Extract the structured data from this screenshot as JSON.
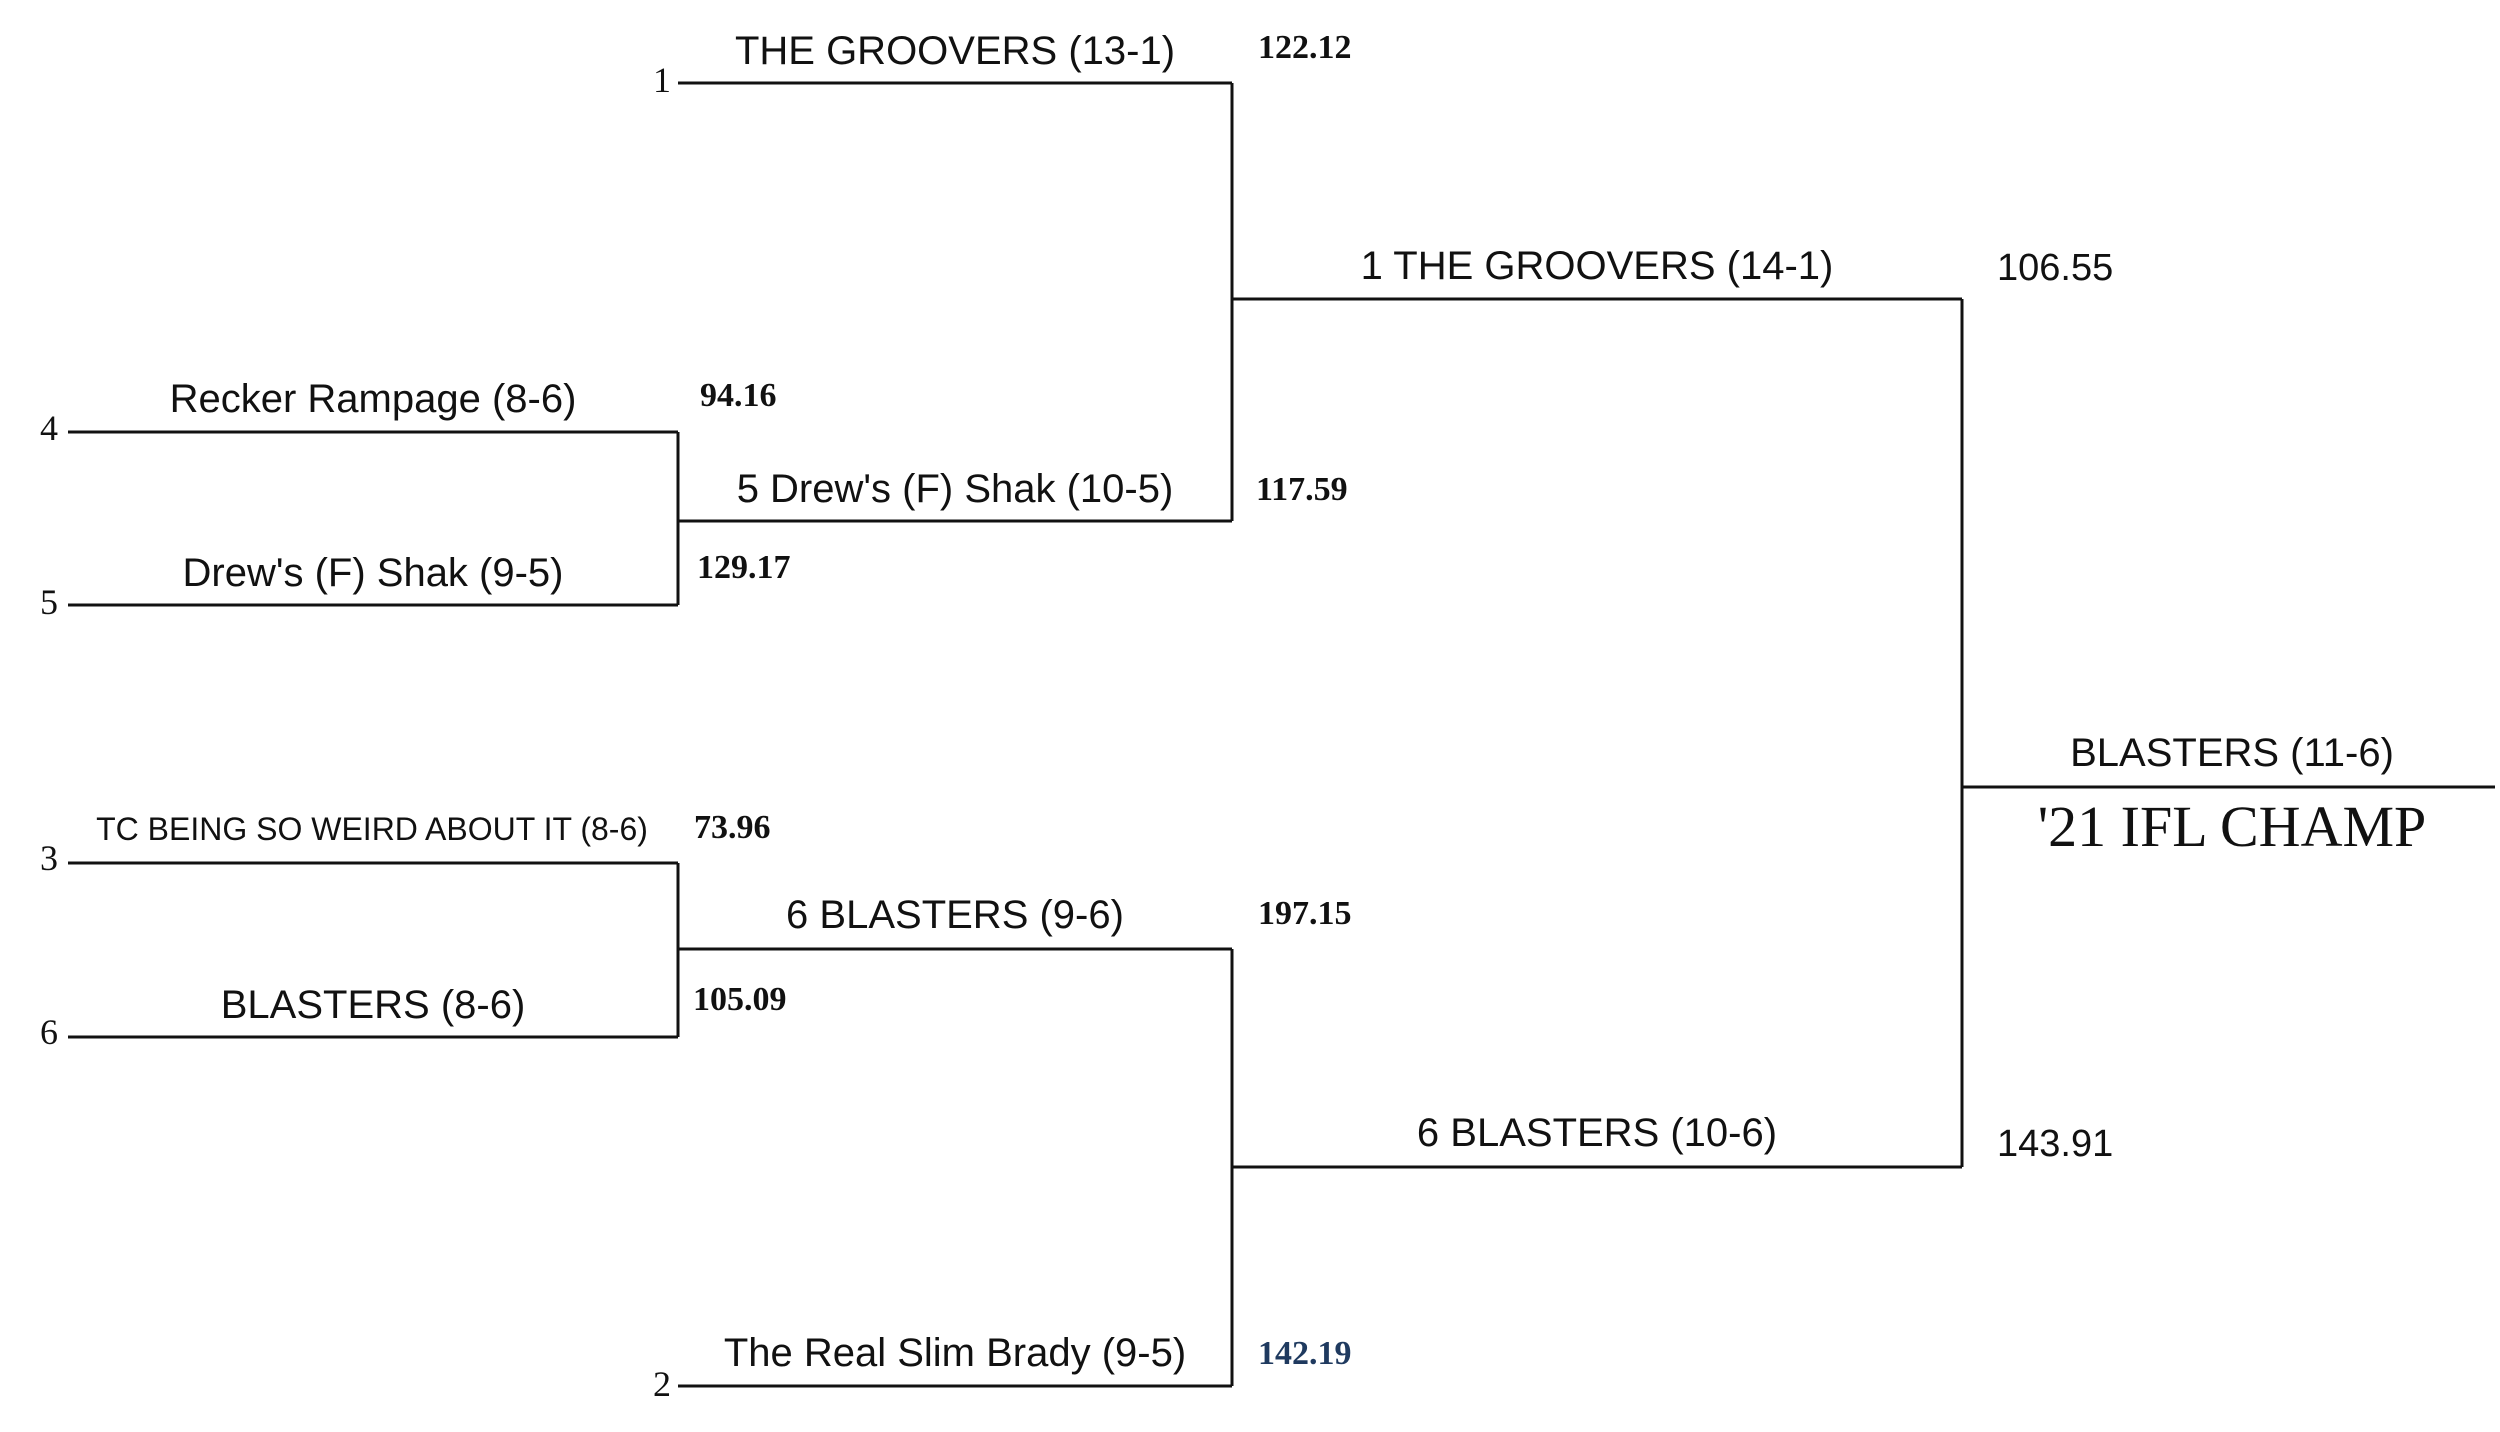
{
  "colors": {
    "line": "#111111",
    "text": "#111111",
    "highlight_score": "#1f3a5f"
  },
  "round1": {
    "matchup_a": {
      "top": {
        "seed": "4",
        "team": "Recker Rampage (8-6)",
        "score": "94.16"
      },
      "bottom": {
        "seed": "5",
        "team": "Drew's (F) Shak (9-5)",
        "score": "129.17"
      }
    },
    "matchup_b": {
      "top": {
        "seed": "3",
        "team": "TC BEING SO WEIRD ABOUT IT (8-6)",
        "score": "73.96"
      },
      "bottom": {
        "seed": "6",
        "team": "BLASTERS (8-6)",
        "score": "105.09"
      }
    }
  },
  "round2": {
    "matchup_a": {
      "top": {
        "seed": "1",
        "team": "THE GROOVERS (13-1)",
        "score": "122.12"
      },
      "bottom": {
        "team": "5 Drew's (F) Shak (10-5)",
        "score": "117.59"
      }
    },
    "matchup_b": {
      "top": {
        "team": "6 BLASTERS (9-6)",
        "score": "197.15"
      },
      "bottom": {
        "seed": "2",
        "team": "The Real Slim Brady (9-5)",
        "score": "142.19"
      }
    }
  },
  "final": {
    "top": {
      "team": "1 THE GROOVERS (14-1)",
      "score": "106.55"
    },
    "bottom": {
      "team": "6 BLASTERS (10-6)",
      "score": "143.91"
    }
  },
  "champion": {
    "team": "BLASTERS (11-6)",
    "title": "'21 IFL CHAMP"
  }
}
